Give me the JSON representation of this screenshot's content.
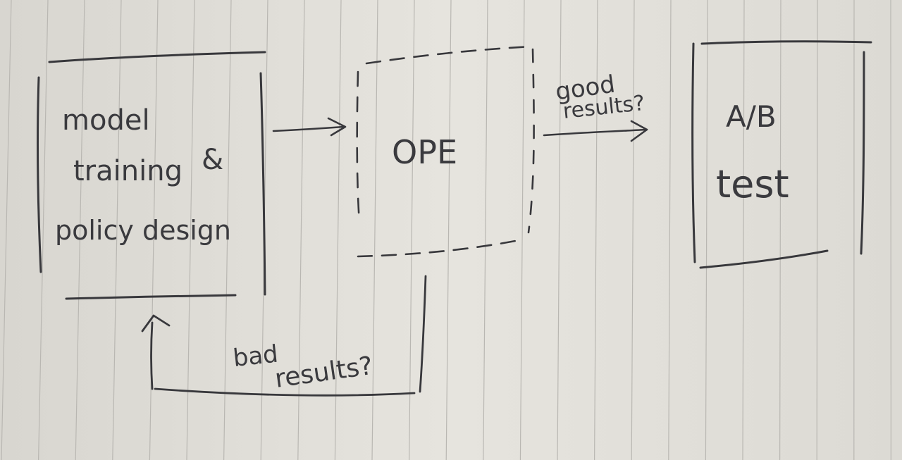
{
  "diagram": {
    "nodes": {
      "training": {
        "lines": [
          "model",
          "training",
          "&",
          "policy design"
        ]
      },
      "ope": {
        "label": "OPE"
      },
      "abtest": {
        "lines": [
          "A/B",
          "test"
        ]
      }
    },
    "edges": {
      "good": {
        "lines": [
          "good",
          "results?"
        ]
      },
      "bad": {
        "lines": [
          "bad",
          "results?"
        ]
      }
    }
  }
}
